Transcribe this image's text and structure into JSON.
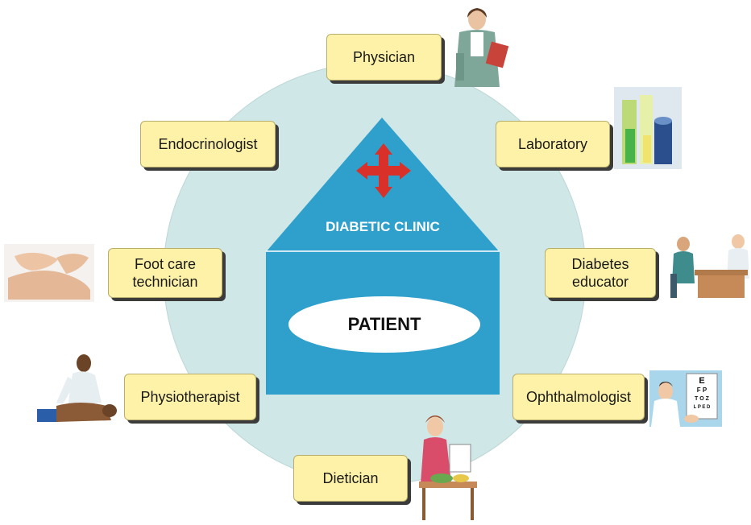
{
  "colors": {
    "circle": "#cfe7e7",
    "house": "#2fa0cc",
    "box_fill": "#fdf2a7",
    "cross": "#d9302a"
  },
  "clinic": {
    "title": "DIABETIC CLINIC",
    "center": "PATIENT"
  },
  "roles": {
    "physician": "Physician",
    "laboratory": "Laboratory",
    "endocrinologist": "Endocrinologist",
    "foot_care": "Foot care\ntechnician",
    "diabetes_educator": "Diabetes\neducator",
    "physiotherapist": "Physiotherapist",
    "ophthalmologist": "Ophthalmologist",
    "dietician": "Dietician"
  },
  "eye_chart": {
    "rows": [
      "E",
      "F P",
      "T O Z",
      "L P E D"
    ]
  }
}
